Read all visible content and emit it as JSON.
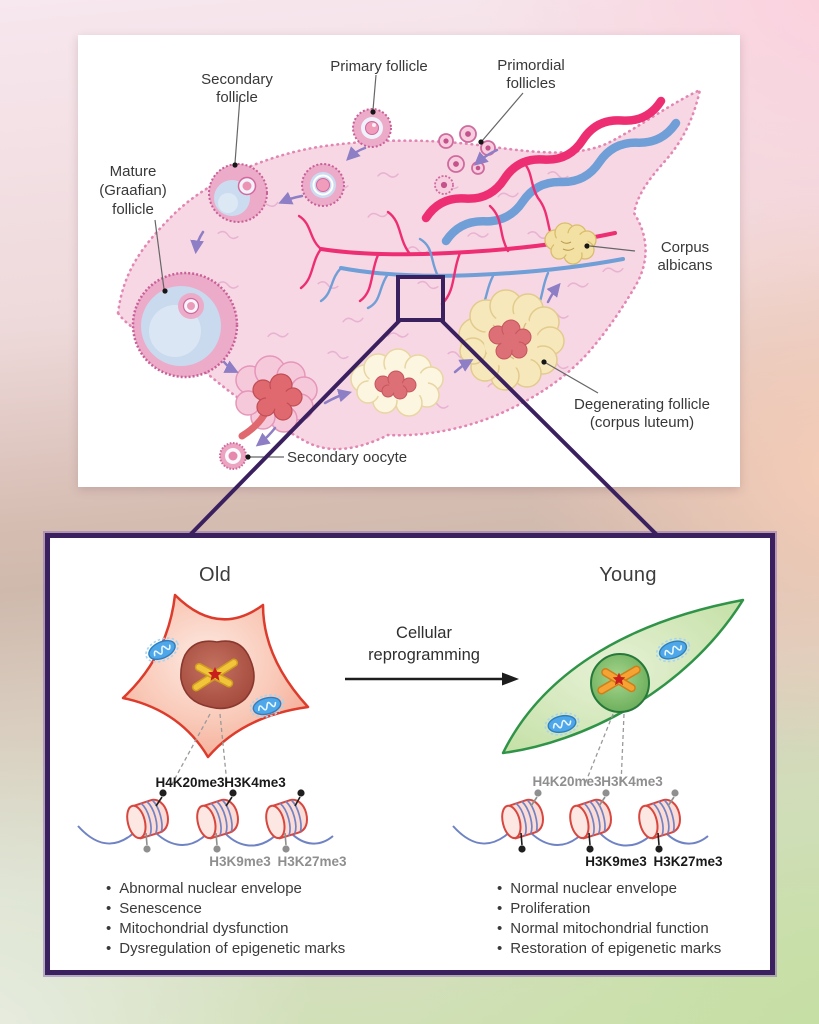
{
  "figure": {
    "top_panel": {
      "labels": {
        "secondary_follicle": "Secondary\nfollicle",
        "primary_follicle": "Primary follicle",
        "primordial_follicles": "Primordial\nfollicles",
        "mature_follicle": "Mature\n(Graafian)\nfollicle",
        "corpus_albicans": "Corpus\nalbicans",
        "degenerating_follicle": "Degenerating follicle\n(corpus luteum)",
        "secondary_oocyte": "Secondary oocyte"
      }
    },
    "bottom_panel": {
      "arrow_label": "Cellular\nreprogramming",
      "old": {
        "title": "Old",
        "marks_top": [
          "H4K20me3",
          "H3K4me3"
        ],
        "marks_bottom": [
          "H3K9me3",
          "H3K27me3"
        ],
        "bullets": [
          "Abnormal nuclear envelope",
          "Senescence",
          "Mitochondrial dysfunction",
          "Dysregulation of epigenetic marks"
        ]
      },
      "young": {
        "title": "Young",
        "marks_top": [
          "H4K20me3",
          "H3K4me3"
        ],
        "marks_bottom": [
          "H3K9me3",
          "H3K27me3"
        ],
        "bullets": [
          "Normal nuclear envelope",
          "Proliferation",
          "Normal mitochondrial function",
          "Restoration of epigenetic marks"
        ]
      }
    },
    "colors": {
      "panel_border": "#3b2060",
      "old_cell": "#dd3b2c",
      "young_cell": "#2f9348",
      "emphasized_mark": "#1a1a1a",
      "dimmed_mark": "#8f8f8f",
      "vessel_pink": "#ee2e72",
      "vessel_blue": "#6f9fd6",
      "ovary_fill": "#f8d7e4"
    }
  }
}
